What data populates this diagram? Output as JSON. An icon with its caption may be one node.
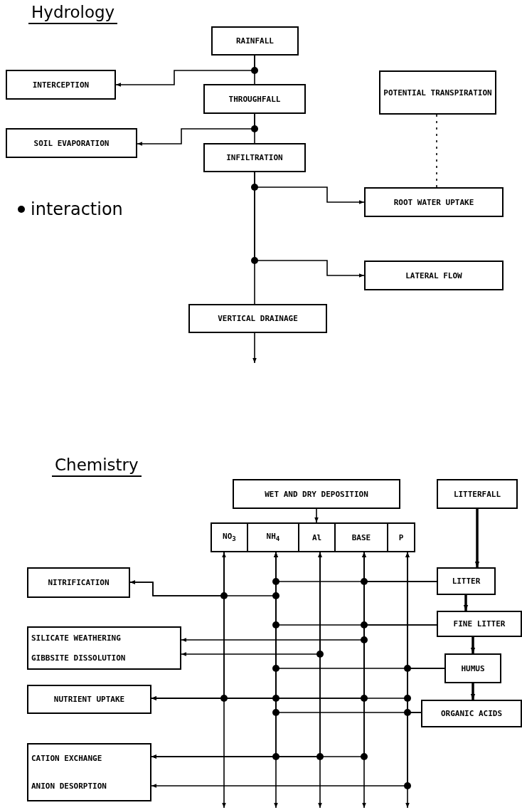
{
  "diagram": {
    "nodes": [
      {
        "text": [
          "RAINFALL"
        ]
      },
      {
        "text": [
          "INTERCEPTION"
        ]
      },
      {
        "text": [
          "THROUGHFALL"
        ]
      },
      {
        "text": [
          "SOIL EVAPORATION"
        ]
      },
      {
        "text": [
          "INFILTRATION"
        ]
      },
      {
        "text": [
          "POTENTIAL TRANSPIRATION"
        ]
      },
      {
        "text": [
          "ROOT WATER UPTAKE"
        ]
      },
      {
        "text": [
          "LATERAL FLOW"
        ]
      },
      {
        "text": [
          "VERTICAL DRAINAGE"
        ]
      },
      {
        "text": [
          "WET AND DRY DEPOSITION"
        ]
      },
      {
        "text": [
          "LITTERFALL"
        ]
      },
      {
        "text": [],
        "shape": "box"
      },
      {
        "text": [
          "NO$_{3}$"
        ],
        "in": 11
      },
      {
        "text": [
          "NH$_{4}$"
        ],
        "in": 11
      },
      {
        "text": [
          "Al"
        ],
        "in": 11
      },
      {
        "text": [
          "BASE"
        ],
        "in": 11
      },
      {
        "text": [
          "P"
        ],
        "in": 11
      },
      {
        "text": [
          "NITRIFICATION"
        ]
      },
      {
        "text": [
          "SILICATE WEATHERING",
          "GIBBSITE DISSOLUTION"
        ]
      },
      {
        "text": [
          "NUTRIENT UPTAKE"
        ]
      },
      {
        "text": [
          "CATION EXCHANGE",
          "ANION DESORPTION"
        ]
      },
      {
        "text": [
          "LITTER"
        ]
      },
      {
        "text": [
          "FINE LITTER"
        ]
      },
      {
        "text": [
          "HUMUS"
        ]
      },
      {
        "text": [
          "ORGANIC ACIDS"
        ]
      }
    ],
    "edges": [
      {
        "from": 0,
        "to": 2,
        "arrow": "none"
      },
      {
        "from": 0,
        "to": 1,
        "arrow": "to"
      },
      {
        "from": 2,
        "to": 4,
        "arrow": "none"
      },
      {
        "from": 2,
        "to": 3,
        "arrow": "to"
      },
      {
        "from": 4,
        "to": 8,
        "arrow": "none"
      },
      {
        "from": 4,
        "to": 6,
        "arrow": "to"
      },
      {
        "from": 4,
        "to": 7,
        "arrow": "to"
      },
      {
        "from": 5,
        "to": 6,
        "arrow": "none",
        "style": "dashed"
      },
      {
        "from": 8,
        "to": null,
        "arrow": "to"
      },
      {
        "from": 9,
        "to": 11,
        "arrow": "to"
      },
      {
        "from": 10,
        "to": 21,
        "arrow": "to",
        "style": "thick"
      },
      {
        "from": 21,
        "to": 22,
        "arrow": "to",
        "style": "thick"
      },
      {
        "from": 22,
        "to": 23,
        "arrow": "to",
        "style": "thick"
      },
      {
        "from": 23,
        "to": 24,
        "arrow": "to",
        "style": "thick"
      },
      {
        "from": 12,
        "to": null,
        "arrow": "to"
      },
      {
        "from": 13,
        "to": null,
        "arrow": "to"
      },
      {
        "from": 14,
        "to": null,
        "arrow": "to"
      },
      {
        "from": 15,
        "to": null,
        "arrow": "to"
      },
      {
        "from": 16,
        "to": null,
        "arrow": "to"
      },
      {
        "from": 17,
        "to": 12,
        "arrow": "both"
      },
      {
        "from": 17,
        "to": 13,
        "arrow": "both"
      },
      {
        "from": 21,
        "to": 13,
        "arrow": "to"
      },
      {
        "from": 21,
        "to": 15,
        "arrow": "to"
      },
      {
        "from": 22,
        "to": 13,
        "arrow": "to"
      },
      {
        "from": 22,
        "to": 15,
        "arrow": "to"
      },
      {
        "from": 18,
        "to": 15,
        "arrow": "both"
      },
      {
        "from": 18,
        "to": 14,
        "arrow": "both"
      },
      {
        "from": 23,
        "to": 13,
        "arrow": "to"
      },
      {
        "from": 23,
        "to": 16,
        "arrow": "to"
      },
      {
        "from": 12,
        "to": 19,
        "arrow": "to"
      },
      {
        "from": 13,
        "to": 19,
        "arrow": "to"
      },
      {
        "from": 15,
        "to": 19,
        "arrow": "to"
      },
      {
        "from": 16,
        "to": 19,
        "arrow": "to"
      },
      {
        "from": 24,
        "to": 13,
        "arrow": "to"
      },
      {
        "from": 24,
        "to": 16,
        "arrow": "to"
      },
      {
        "from": 20,
        "to": 13,
        "arrow": "both"
      },
      {
        "from": 20,
        "to": 14,
        "arrow": "both"
      },
      {
        "from": 20,
        "to": 15,
        "arrow": "both"
      },
      {
        "from": 20,
        "to": 16,
        "arrow": "both"
      }
    ],
    "labels": [
      "Hydrology",
      "Chemistry"
    ],
    "legend": [
      {
        "text": "interaction"
      }
    ]
  }
}
